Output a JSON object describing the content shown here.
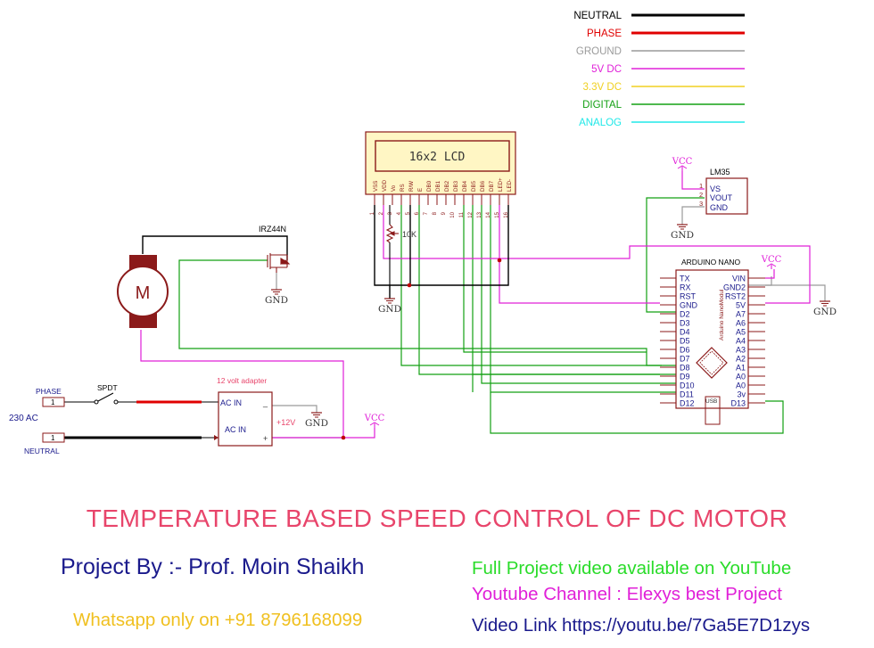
{
  "legend": [
    {
      "label": "NEUTRAL",
      "color": "#000000"
    },
    {
      "label": "PHASE",
      "color": "#e00000"
    },
    {
      "label": "GROUND",
      "color": "#9a9a9a"
    },
    {
      "label": "5V DC",
      "color": "#e020d8"
    },
    {
      "label": "3.3V DC",
      "color": "#f0d020"
    },
    {
      "label": "DIGITAL",
      "color": "#13a013"
    },
    {
      "label": "ANALOG",
      "color": "#20e8e8"
    }
  ],
  "lcd": {
    "label": "16x2 LCD",
    "pins": [
      "VSS",
      "VDD",
      "Vo",
      "RS",
      "R/W",
      "E",
      "DB0",
      "DB1",
      "DB2",
      "DB3",
      "DB4",
      "DB5",
      "DB6",
      "DB7",
      "LED+",
      "LED-"
    ],
    "nums": [
      "1",
      "2",
      "3",
      "4",
      "5",
      "6",
      "7",
      "8",
      "9",
      "10",
      "11",
      "12",
      "13",
      "14",
      "15",
      "16"
    ]
  },
  "pot": {
    "value": "10K"
  },
  "lm35": {
    "name": "LM35",
    "pins": [
      {
        "num": "1",
        "name": "VS"
      },
      {
        "num": "2",
        "name": "VOUT"
      },
      {
        "num": "3",
        "name": "GND"
      }
    ]
  },
  "mosfet": {
    "name": "IRZ44N"
  },
  "motor": {
    "label": "M"
  },
  "nano": {
    "name": "ARDUINO NANO",
    "vert": "Arduino NanoModul",
    "usb": "USB",
    "left": [
      "TX",
      "RX",
      "RST",
      "GND",
      "D2",
      "D3",
      "D4",
      "D5",
      "D6",
      "D7",
      "D8",
      "D9",
      "D10",
      "D11",
      "D12"
    ],
    "right": [
      "VIN",
      "GND2",
      "RST2",
      "5V",
      "A7",
      "A6",
      "A5",
      "A4",
      "A3",
      "A2",
      "A1",
      "A0",
      "A0",
      "3v",
      "D13"
    ]
  },
  "power": {
    "phase": "PHASE",
    "neutral": "NEUTRAL",
    "ac": "230 AC",
    "conn": "1",
    "spdt": "SPDT",
    "adapter": "12 volt adapter",
    "acin": "AC IN",
    "v12": "+12V",
    "minus": "_",
    "plus": "+"
  },
  "symbols": {
    "gnd": "GND",
    "vcc": "VCC"
  },
  "footer": {
    "title": "TEMPERATURE BASED SPEED CONTROL OF DC MOTOR",
    "by": "Project By :- Prof. Moin Shaikh",
    "yt1": "Full Project video available on YouTube",
    "yt2": "Youtube Channel : Elexys best Project",
    "wa": "Whatsapp only on +91 8796168099",
    "link": "Video Link https://youtu.be/7Ga5E7D1zys"
  }
}
